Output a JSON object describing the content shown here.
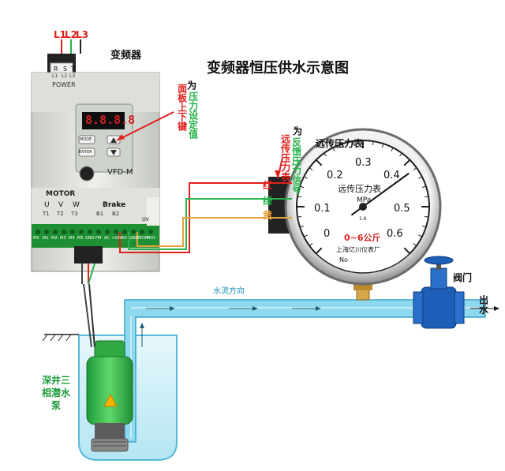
{
  "title": "变频器恒压供水示意图",
  "inverter": {
    "label": "变频器",
    "phase_inputs": [
      "L1",
      "L2",
      "L3"
    ],
    "input_terminals": [
      "R",
      "S",
      "T"
    ],
    "input_sub": [
      "L1",
      "L2",
      "L3"
    ],
    "power_text": "POWER",
    "display": "8.8.8.8",
    "keys": [
      "MODE",
      "ENTER"
    ],
    "model": "VFD-M",
    "brand": "MOTOR",
    "output_terminals": [
      "U",
      "V",
      "W",
      "Brake"
    ],
    "output_sub": [
      "T1",
      "T2",
      "T3",
      "B1",
      "B2"
    ],
    "control_top": "OV",
    "control_terminals": [
      "M0",
      "M1",
      "M2",
      "M3",
      "M4",
      "M5",
      "GND",
      "FM",
      "AC",
      "+10V",
      "AVI",
      "GND",
      "MCM",
      "MO1"
    ],
    "panel_note_a": "为",
    "panel_note_b": "面板上下键",
    "panel_note_c": "压力设定值"
  },
  "gauge": {
    "title": "远传压力表",
    "inner_title": "远传压力表",
    "unit": "MPa",
    "scale": [
      "0",
      "0.1",
      "0.2",
      "0.3",
      "0.4",
      "0.5",
      "0.6"
    ],
    "value": 0.42,
    "range_text": "0~6公斤",
    "maker": "上海亿川仪表厂",
    "serial": "No",
    "class_mark": "1.6",
    "note_a": "为",
    "note_b": "远传压力表",
    "note_c": "反馈压力信号"
  },
  "wires": [
    "红",
    "绿",
    "黄"
  ],
  "flow_label": "水流方向",
  "valve_label": "阀门",
  "outlet_label": "出水",
  "pump_label": "深井三相潜水泵",
  "colors": {
    "red": "#e0201c",
    "green": "#25b34a",
    "yellow": "#e7a33a",
    "pipe": "#8fd9ee",
    "water": "#c4ecf6"
  }
}
